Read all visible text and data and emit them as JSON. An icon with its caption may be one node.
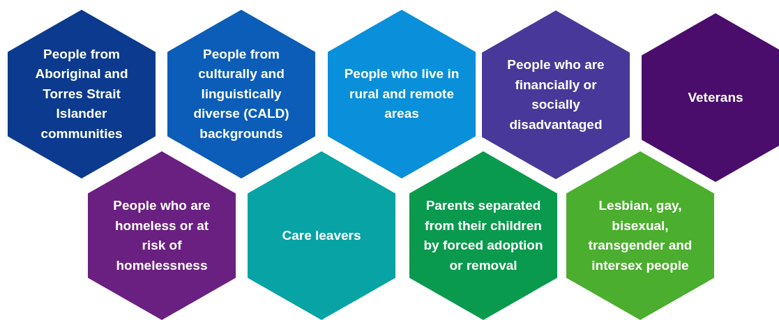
{
  "diagram": {
    "nodes": [
      {
        "text": [
          "People from Aboriginal and Torres Strait Islander communities"
        ]
      },
      {
        "text": [
          "People from culturally and linguistically diverse (CALD) backgrounds"
        ]
      },
      {
        "text": [
          "People who live in rural and remote areas"
        ]
      },
      {
        "text": [
          "People who are financially or socially disadvantaged"
        ]
      },
      {
        "text": [
          "Veterans"
        ]
      },
      {
        "text": [
          "People who are homeless or at risk of homelessness"
        ]
      },
      {
        "text": [
          "Care leavers"
        ]
      },
      {
        "text": [
          "Parents separated from their children by forced adoption or removal"
        ]
      },
      {
        "text": [
          "Lesbian, gay, bisexual, transgender and intersex people"
        ]
      }
    ]
  }
}
